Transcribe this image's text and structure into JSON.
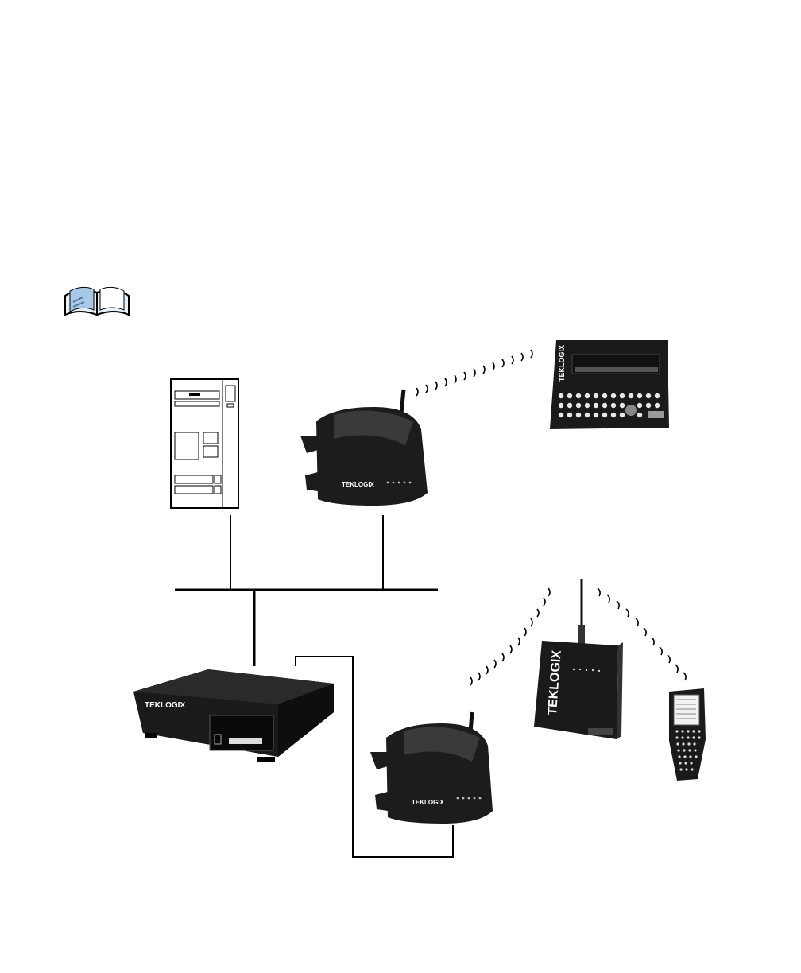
{
  "note_icon": {
    "icon": "open-book-icon"
  },
  "devices": {
    "server": {
      "icon": "tower-server-icon"
    },
    "access_point_top": {
      "icon": "access-point-icon",
      "brand": "TEKLOGIX"
    },
    "keyboard_terminal": {
      "icon": "vehicle-terminal-icon",
      "brand": "TEKLOGIX"
    },
    "network_controller": {
      "icon": "network-controller-icon",
      "brand": "TEKLOGIX"
    },
    "access_point_bottom": {
      "icon": "access-point-icon",
      "brand": "TEKLOGIX"
    },
    "wall_gateway": {
      "icon": "wireless-gateway-icon",
      "brand": "TEKLOGIX"
    },
    "handheld": {
      "icon": "handheld-terminal-icon"
    }
  },
  "colors": {
    "line": "#000000",
    "device": "#1a1a1a",
    "device_highlight": "#3a3a3a",
    "background": "#ffffff"
  }
}
